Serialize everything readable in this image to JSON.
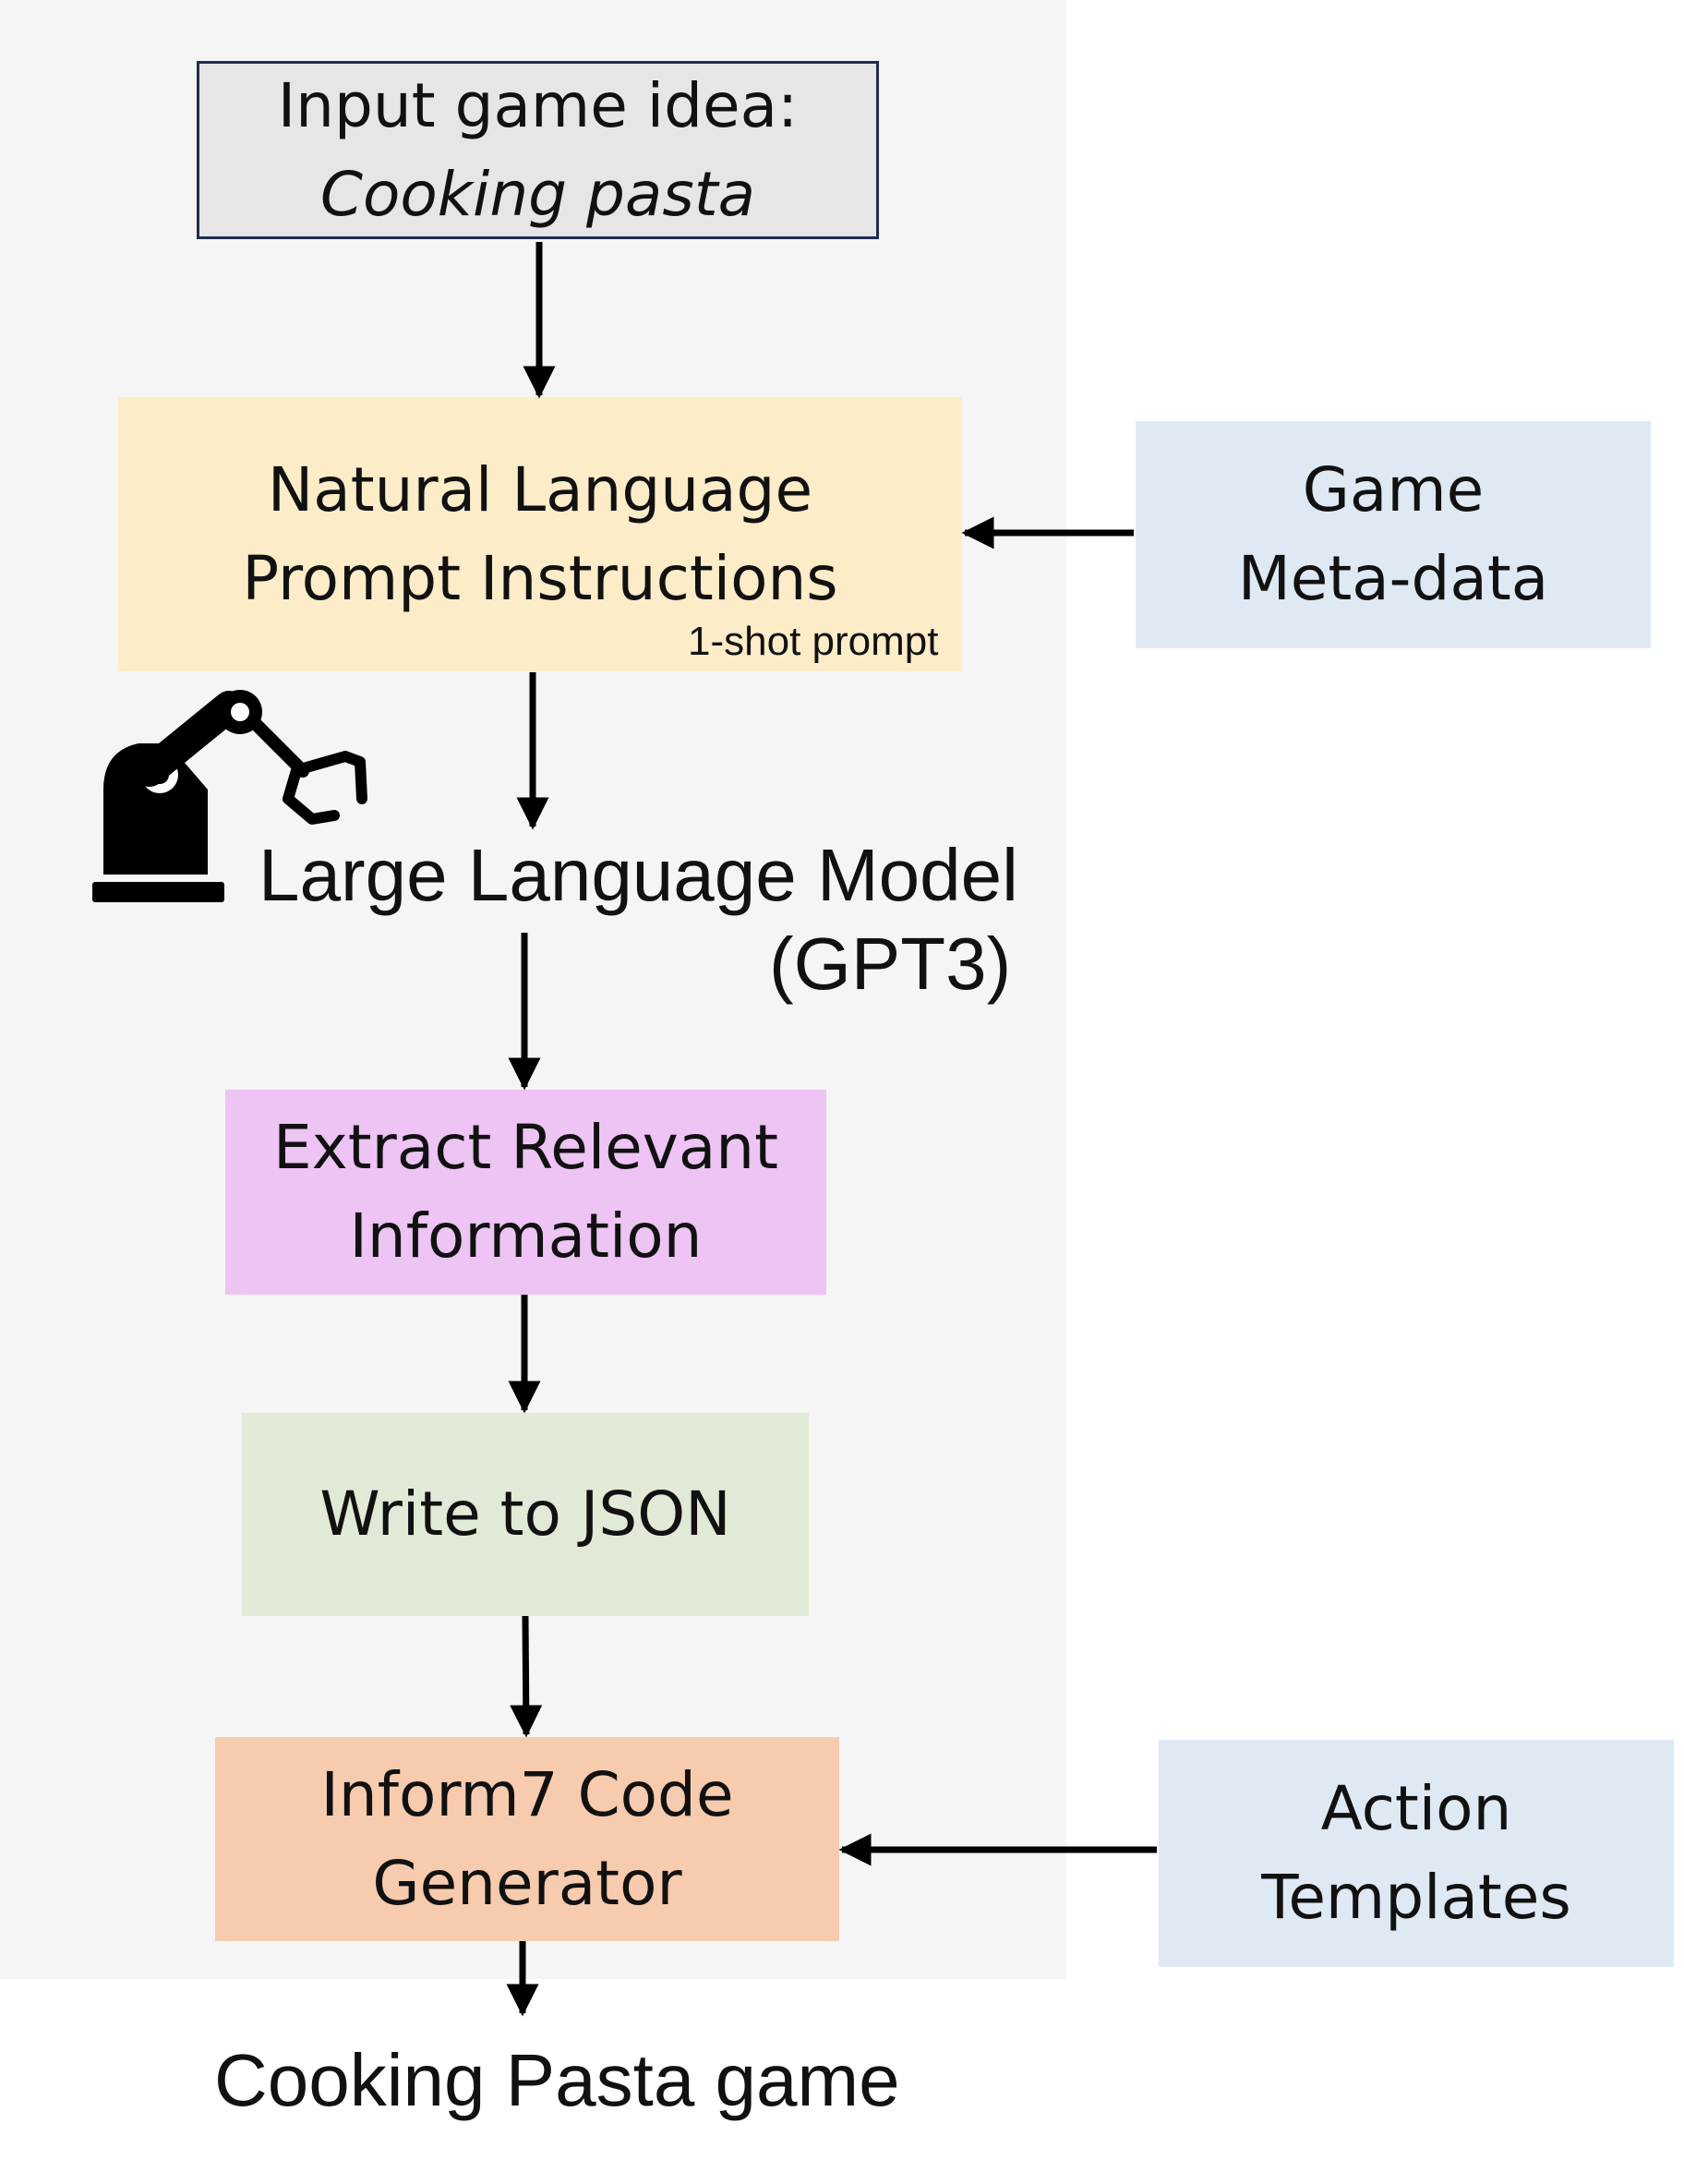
{
  "input": {
    "line1": "Input game idea:",
    "line2": "Cooking pasta"
  },
  "prompt": {
    "line1": "Natural Language",
    "line2": "Prompt Instructions",
    "note": "1-shot prompt"
  },
  "metadata": {
    "line1": "Game",
    "line2": "Meta-data"
  },
  "llm": {
    "line1": "Large Language Model",
    "line2": "(GPT3)",
    "icon": "robot-arm-icon"
  },
  "extract": {
    "line1": "Extract Relevant",
    "line2": "Information"
  },
  "json": {
    "line1": "Write to JSON"
  },
  "inform": {
    "line1": "Inform7 Code",
    "line2": "Generator"
  },
  "action": {
    "line1": "Action",
    "line2": "Templates"
  },
  "output": {
    "label": "Cooking Pasta game"
  },
  "colors": {
    "panel": "#f5f5f5",
    "input": "#e6e6e6",
    "prompt": "#fcecc7",
    "metadata": "#dfe9f4",
    "extract": "#edc4f4",
    "json": "#e0ead6",
    "inform": "#f7cbad",
    "arrow": "#000000"
  }
}
